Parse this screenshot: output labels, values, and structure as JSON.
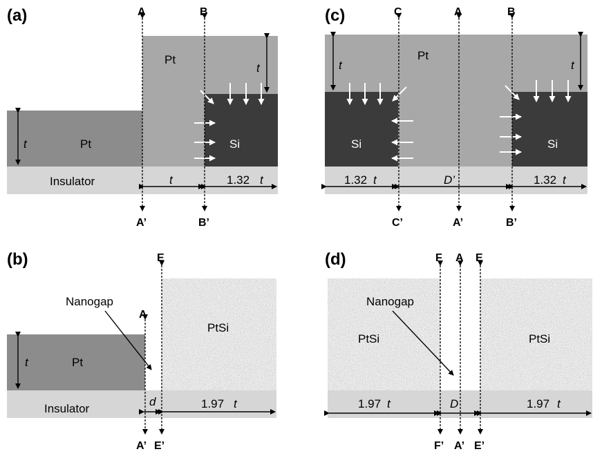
{
  "panels": {
    "a": {
      "label": "(a)",
      "pt_left": "Pt",
      "pt_top": "Pt",
      "si": "Si",
      "insulator": "Insulator",
      "t_left": "t",
      "t_right": "t",
      "dim_t": "t",
      "dim_num": "1.32",
      "dim_t2": "t",
      "line_a_top": "A",
      "line_a_bottom": "A’",
      "line_b_top": "B",
      "line_b_bottom": "B’"
    },
    "b": {
      "label": "(b)",
      "pt": "Pt",
      "ptsi": "PtSi",
      "insulator": "Insulator",
      "nanogap": "Nanogap",
      "t_left": "t",
      "dim_d": "d",
      "dim_num": "1.97",
      "dim_t": "t",
      "line_a_top": "A",
      "line_a_bottom": "A’",
      "line_e_top": "E",
      "line_e_bottom": "E’"
    },
    "c": {
      "label": "(c)",
      "pt": "Pt",
      "si_left": "Si",
      "si_right": "Si",
      "t_left": "t",
      "t_right": "t",
      "dim_left_num": "1.32",
      "dim_left_t": "t",
      "dim_mid": "D’",
      "dim_right_num": "1.32",
      "dim_right_t": "t",
      "line_c_top": "C",
      "line_c_bottom": "C’",
      "line_a_top": "A",
      "line_a_bottom": "A’",
      "line_b_top": "B",
      "line_b_bottom": "B’"
    },
    "d": {
      "label": "(d)",
      "ptsi_left": "PtSi",
      "ptsi_right": "PtSi",
      "nanogap": "Nanogap",
      "dim_left_num": "1.97",
      "dim_left_t": "t",
      "dim_mid": "D",
      "dim_right_num": "1.97",
      "dim_right_t": "t",
      "line_f_top": "F",
      "line_f_bottom": "F’",
      "line_a_top": "A",
      "line_a_bottom": "A’",
      "line_e_top": "E",
      "line_e_bottom": "E’"
    }
  },
  "colors": {
    "pt_dark": "#8c8c8c",
    "pt_light": "#a8a8a8",
    "si": "#3b3b3b",
    "insulator": "#d6d6d6",
    "arrow": "#ffffff",
    "line": "#000000"
  }
}
